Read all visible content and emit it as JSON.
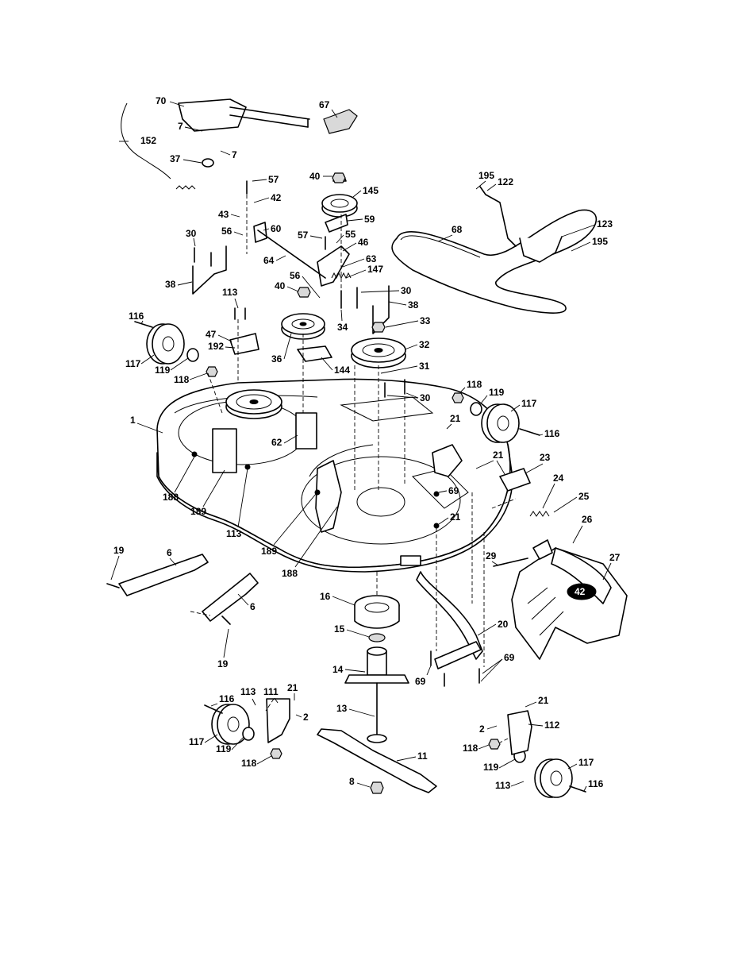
{
  "callouts": {
    "c70": "70",
    "c67": "67",
    "c7a": "7",
    "c7b": "7",
    "c152": "152",
    "c37": "37",
    "c57a": "57",
    "c42": "42",
    "c43": "43",
    "c56a": "56",
    "c60": "60",
    "c40a": "40",
    "c145": "145",
    "c59": "59",
    "c57b": "57",
    "c55": "55",
    "c46": "46",
    "c64": "64",
    "c63": "63",
    "c147": "147",
    "c56b": "56",
    "c40b": "40",
    "c30a": "30",
    "c38a": "38",
    "c30b": "30",
    "c38b": "38",
    "c34": "34",
    "c33": "33",
    "c113a": "113",
    "c116a": "116",
    "c47": "47",
    "c192": "192",
    "c117a": "117",
    "c119a": "119",
    "c118a": "118",
    "c36": "36",
    "c144": "144",
    "c32": "32",
    "c31": "31",
    "c30c": "30",
    "c195a": "195",
    "c122": "122",
    "c68": "68",
    "c123": "123",
    "c195b": "195",
    "c118b": "118",
    "c119b": "119",
    "c117b": "117",
    "c116b": "116",
    "c21a": "21",
    "c21b": "21",
    "c23": "23",
    "c24": "24",
    "c25": "25",
    "c69a": "69",
    "c21c": "21",
    "c26": "26",
    "c27": "27",
    "c29": "29",
    "c1": "1",
    "c62": "62",
    "c188a": "188",
    "c189a": "189",
    "c113b": "113",
    "c189b": "189",
    "c188b": "188",
    "c19a": "19",
    "c6a": "6",
    "c6b": "6",
    "c19b": "19",
    "c16": "16",
    "c15": "15",
    "c14": "14",
    "c13": "13",
    "c11": "11",
    "c8": "8",
    "c20": "20",
    "c69b": "69",
    "c69c": "69",
    "c116c": "116",
    "c113c": "113",
    "c111": "111",
    "c21d": "21",
    "c2a": "2",
    "c117c": "117",
    "c119c": "119",
    "c118c": "118",
    "c21e": "21",
    "c2b": "2",
    "c112": "112",
    "c118d": "118",
    "c119d": "119",
    "c117d": "117",
    "c113d": "113",
    "c116d": "116"
  },
  "deck_logo": "42",
  "icons": {
    "pulley": "pulley-icon",
    "wheel": "gauge-wheel-icon",
    "bolt": "bolt-icon",
    "spring": "spring-icon",
    "belt": "belt-icon",
    "blade": "blade-icon"
  },
  "colors": {
    "ink": "#000000",
    "paper": "#ffffff"
  }
}
